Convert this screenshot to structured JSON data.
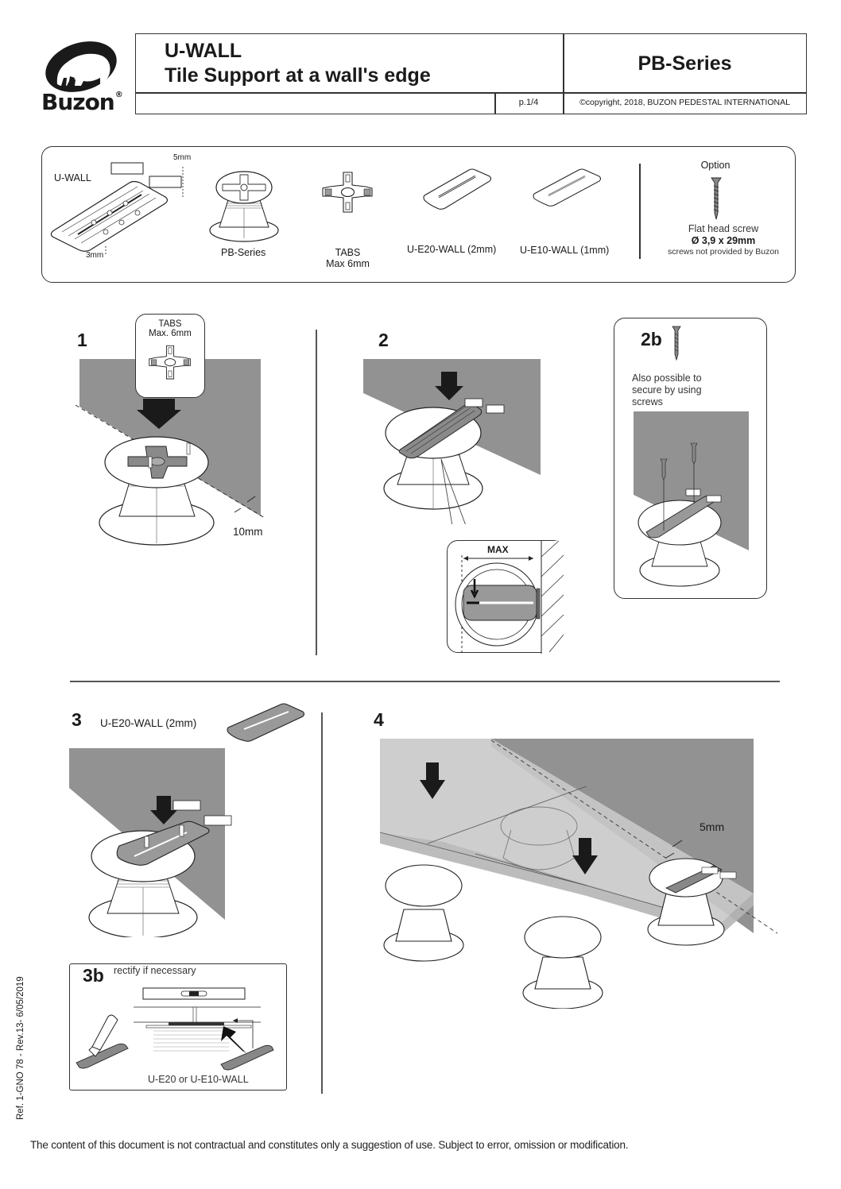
{
  "brand": {
    "name": "Buzon",
    "registered": "®",
    "icon": "bison-logo-icon"
  },
  "header": {
    "title_line1": "U-WALL",
    "title_line2": "Tile Support at a wall's edge",
    "series": "PB-Series",
    "page": "p.1/4",
    "copyright": "©copyright, 2018, BUZON PEDESTAL INTERNATIONAL"
  },
  "components": {
    "items": [
      {
        "label": "U-WALL",
        "dim_top": "5mm",
        "dim_bottom": "3mm",
        "icon": "u-wall-plate-icon"
      },
      {
        "label": "PB-Series",
        "icon": "pedestal-icon"
      },
      {
        "label_line1": "TABS",
        "label_line2": "Max 6mm",
        "icon": "tabs-icon"
      },
      {
        "label": "U-E20-WALL (2mm)",
        "icon": "shim-plate-icon"
      },
      {
        "label": "U-E10-WALL (1mm)",
        "icon": "shim-plate-icon"
      }
    ],
    "option": {
      "heading": "Option",
      "icon": "screw-icon",
      "line1": "Flat head screw",
      "line2": "Ø 3,9 x 29mm",
      "line3": "screws not provided by Buzon"
    }
  },
  "steps": {
    "s1": {
      "number": "1",
      "callout_line1": "TABS",
      "callout_line2": "Max. 6mm",
      "dimension": "10mm"
    },
    "s2": {
      "number": "2",
      "detail_label": "MAX"
    },
    "s2b": {
      "number": "2b",
      "text_line1": "Also possible to",
      "text_line2": "secure by using",
      "text_line3": "screws"
    },
    "s3": {
      "number": "3",
      "label": "U-E20-WALL (2mm)"
    },
    "s3b": {
      "number": "3b",
      "note": "rectify if necessary",
      "caption": "U-E20 or U-E10-WALL"
    },
    "s4": {
      "number": "4",
      "dimension": "5mm"
    }
  },
  "footer": {
    "reference": "Ref. 1-GNO 78 - Rev.13- 6/05/2019",
    "disclaimer": "The content of this document is not contractual and constitutes only a suggestion of use. Subject to error, omission or modification."
  },
  "colors": {
    "wall_gray": "#929292",
    "line": "#333333",
    "plate_gray": "#8a8a8a",
    "tile_translucent": "#c8c8c8"
  }
}
